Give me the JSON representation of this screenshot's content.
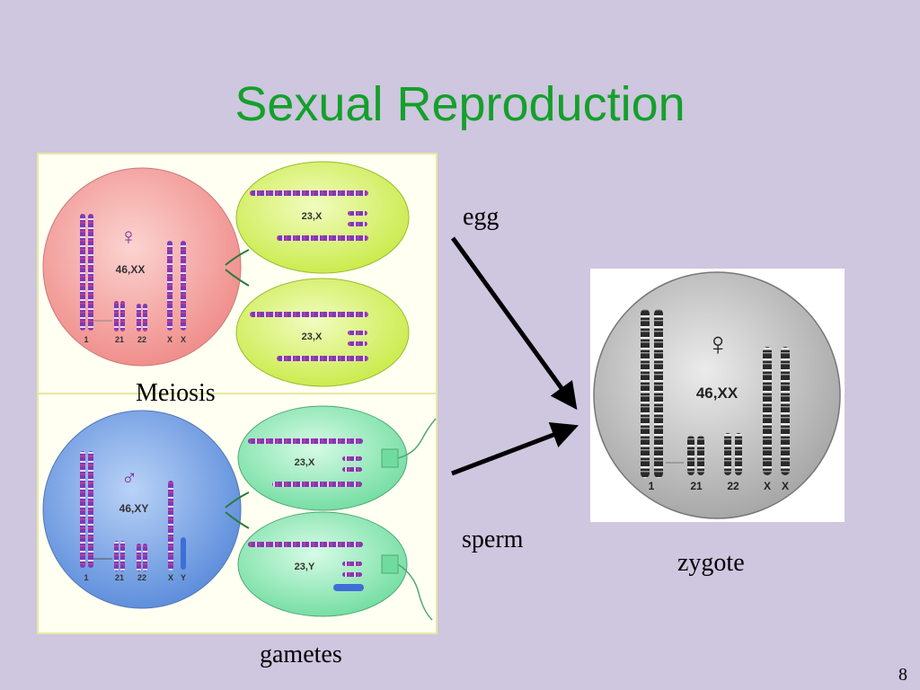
{
  "title": "Sexual Reproduction",
  "labels": {
    "egg": "egg",
    "sperm": "sperm",
    "zygote": "zygote",
    "meiosis": "Meiosis",
    "gametes": "gametes"
  },
  "page_number": "8",
  "female_cell": {
    "symbol": "♀",
    "karyotype": "46,XX",
    "chromosome_labels": [
      "1",
      "21",
      "22",
      "X",
      "X"
    ]
  },
  "female_gametes": [
    {
      "karyotype": "23,X"
    },
    {
      "karyotype": "23,X"
    }
  ],
  "male_cell": {
    "symbol": "♂",
    "karyotype": "46,XY",
    "chromosome_labels": [
      "1",
      "21",
      "22",
      "X",
      "Y"
    ]
  },
  "male_gametes": [
    {
      "karyotype": "23,X"
    },
    {
      "karyotype": "23,Y"
    }
  ],
  "zygote_cell": {
    "symbol": "♀",
    "karyotype": "46,XX",
    "chromosome_labels": [
      "1",
      "21",
      "22",
      "X",
      "X"
    ]
  },
  "colors": {
    "background": "#cfc6e0",
    "title": "#14a02a",
    "female_cell": "#f6a9a6",
    "male_cell": "#7aa5e6",
    "female_gamete": "#d8f46e",
    "male_gamete": "#8eeab4",
    "zygote_cell": "#b5b5b5",
    "chromosome": "#6c2fa8"
  }
}
